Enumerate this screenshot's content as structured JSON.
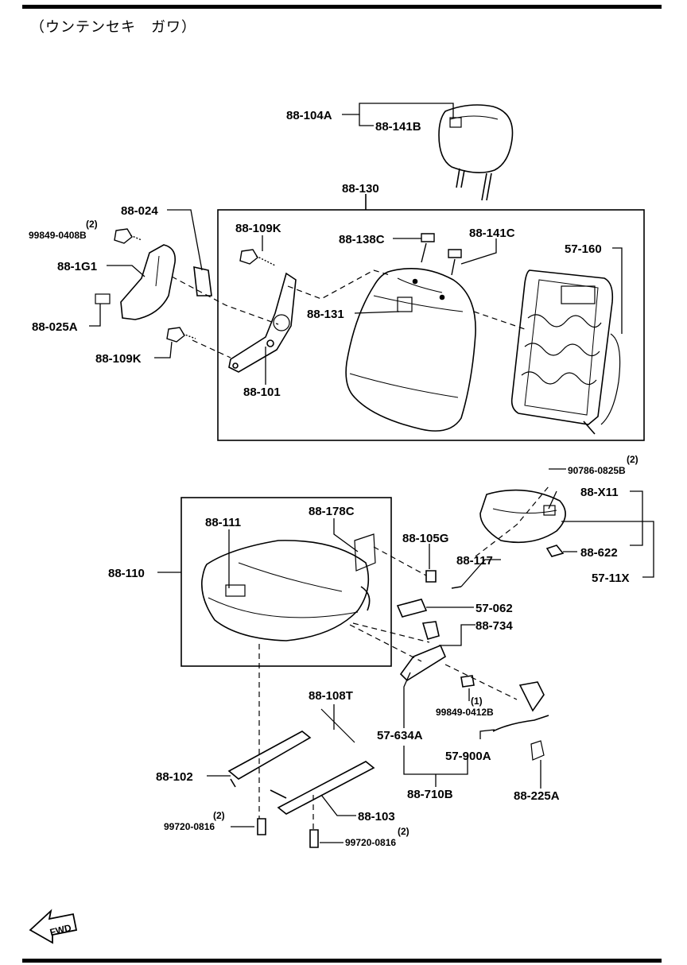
{
  "header": {
    "title": "（ウンテンセキ　ガワ）"
  },
  "fwd_label": "FWD",
  "parts": {
    "p88_104A": "88-104A",
    "p88_141B": "88-141B",
    "p88_130": "88-130",
    "p88_024": "88-024",
    "p99849_0408B": "99849-0408B",
    "q99849_0408B": "(2)",
    "p88_1G1": "88-1G1",
    "p88_025A": "88-025A",
    "p88_109K_a": "88-109K",
    "p88_109K_b": "88-109K",
    "p88_138C": "88-138C",
    "p88_141C": "88-141C",
    "p57_160": "57-160",
    "p88_131": "88-131",
    "p88_101": "88-101",
    "p90786_0825B": "90786-0825B",
    "q90786_0825B": "(2)",
    "p88_X11": "88-X11",
    "p88_622": "88-622",
    "p57_11X": "57-11X",
    "p88_111": "88-111",
    "p88_178C": "88-178C",
    "p88_110": "88-110",
    "p88_105G": "88-105G",
    "p88_117": "88-117",
    "p57_062": "57-062",
    "p88_734": "88-734",
    "p99849_0412B": "99849-0412B",
    "q99849_0412B": "(1)",
    "p88_108T": "88-108T",
    "p57_634A": "57-634A",
    "p57_900A": "57-900A",
    "p88_225A": "88-225A",
    "p88_102": "88-102",
    "p88_710B": "88-710B",
    "p88_103": "88-103",
    "p99720_0816_a": "99720-0816",
    "q99720_0816_a": "(2)",
    "p99720_0816_b": "99720-0816",
    "q99720_0816_b": "(2)"
  }
}
